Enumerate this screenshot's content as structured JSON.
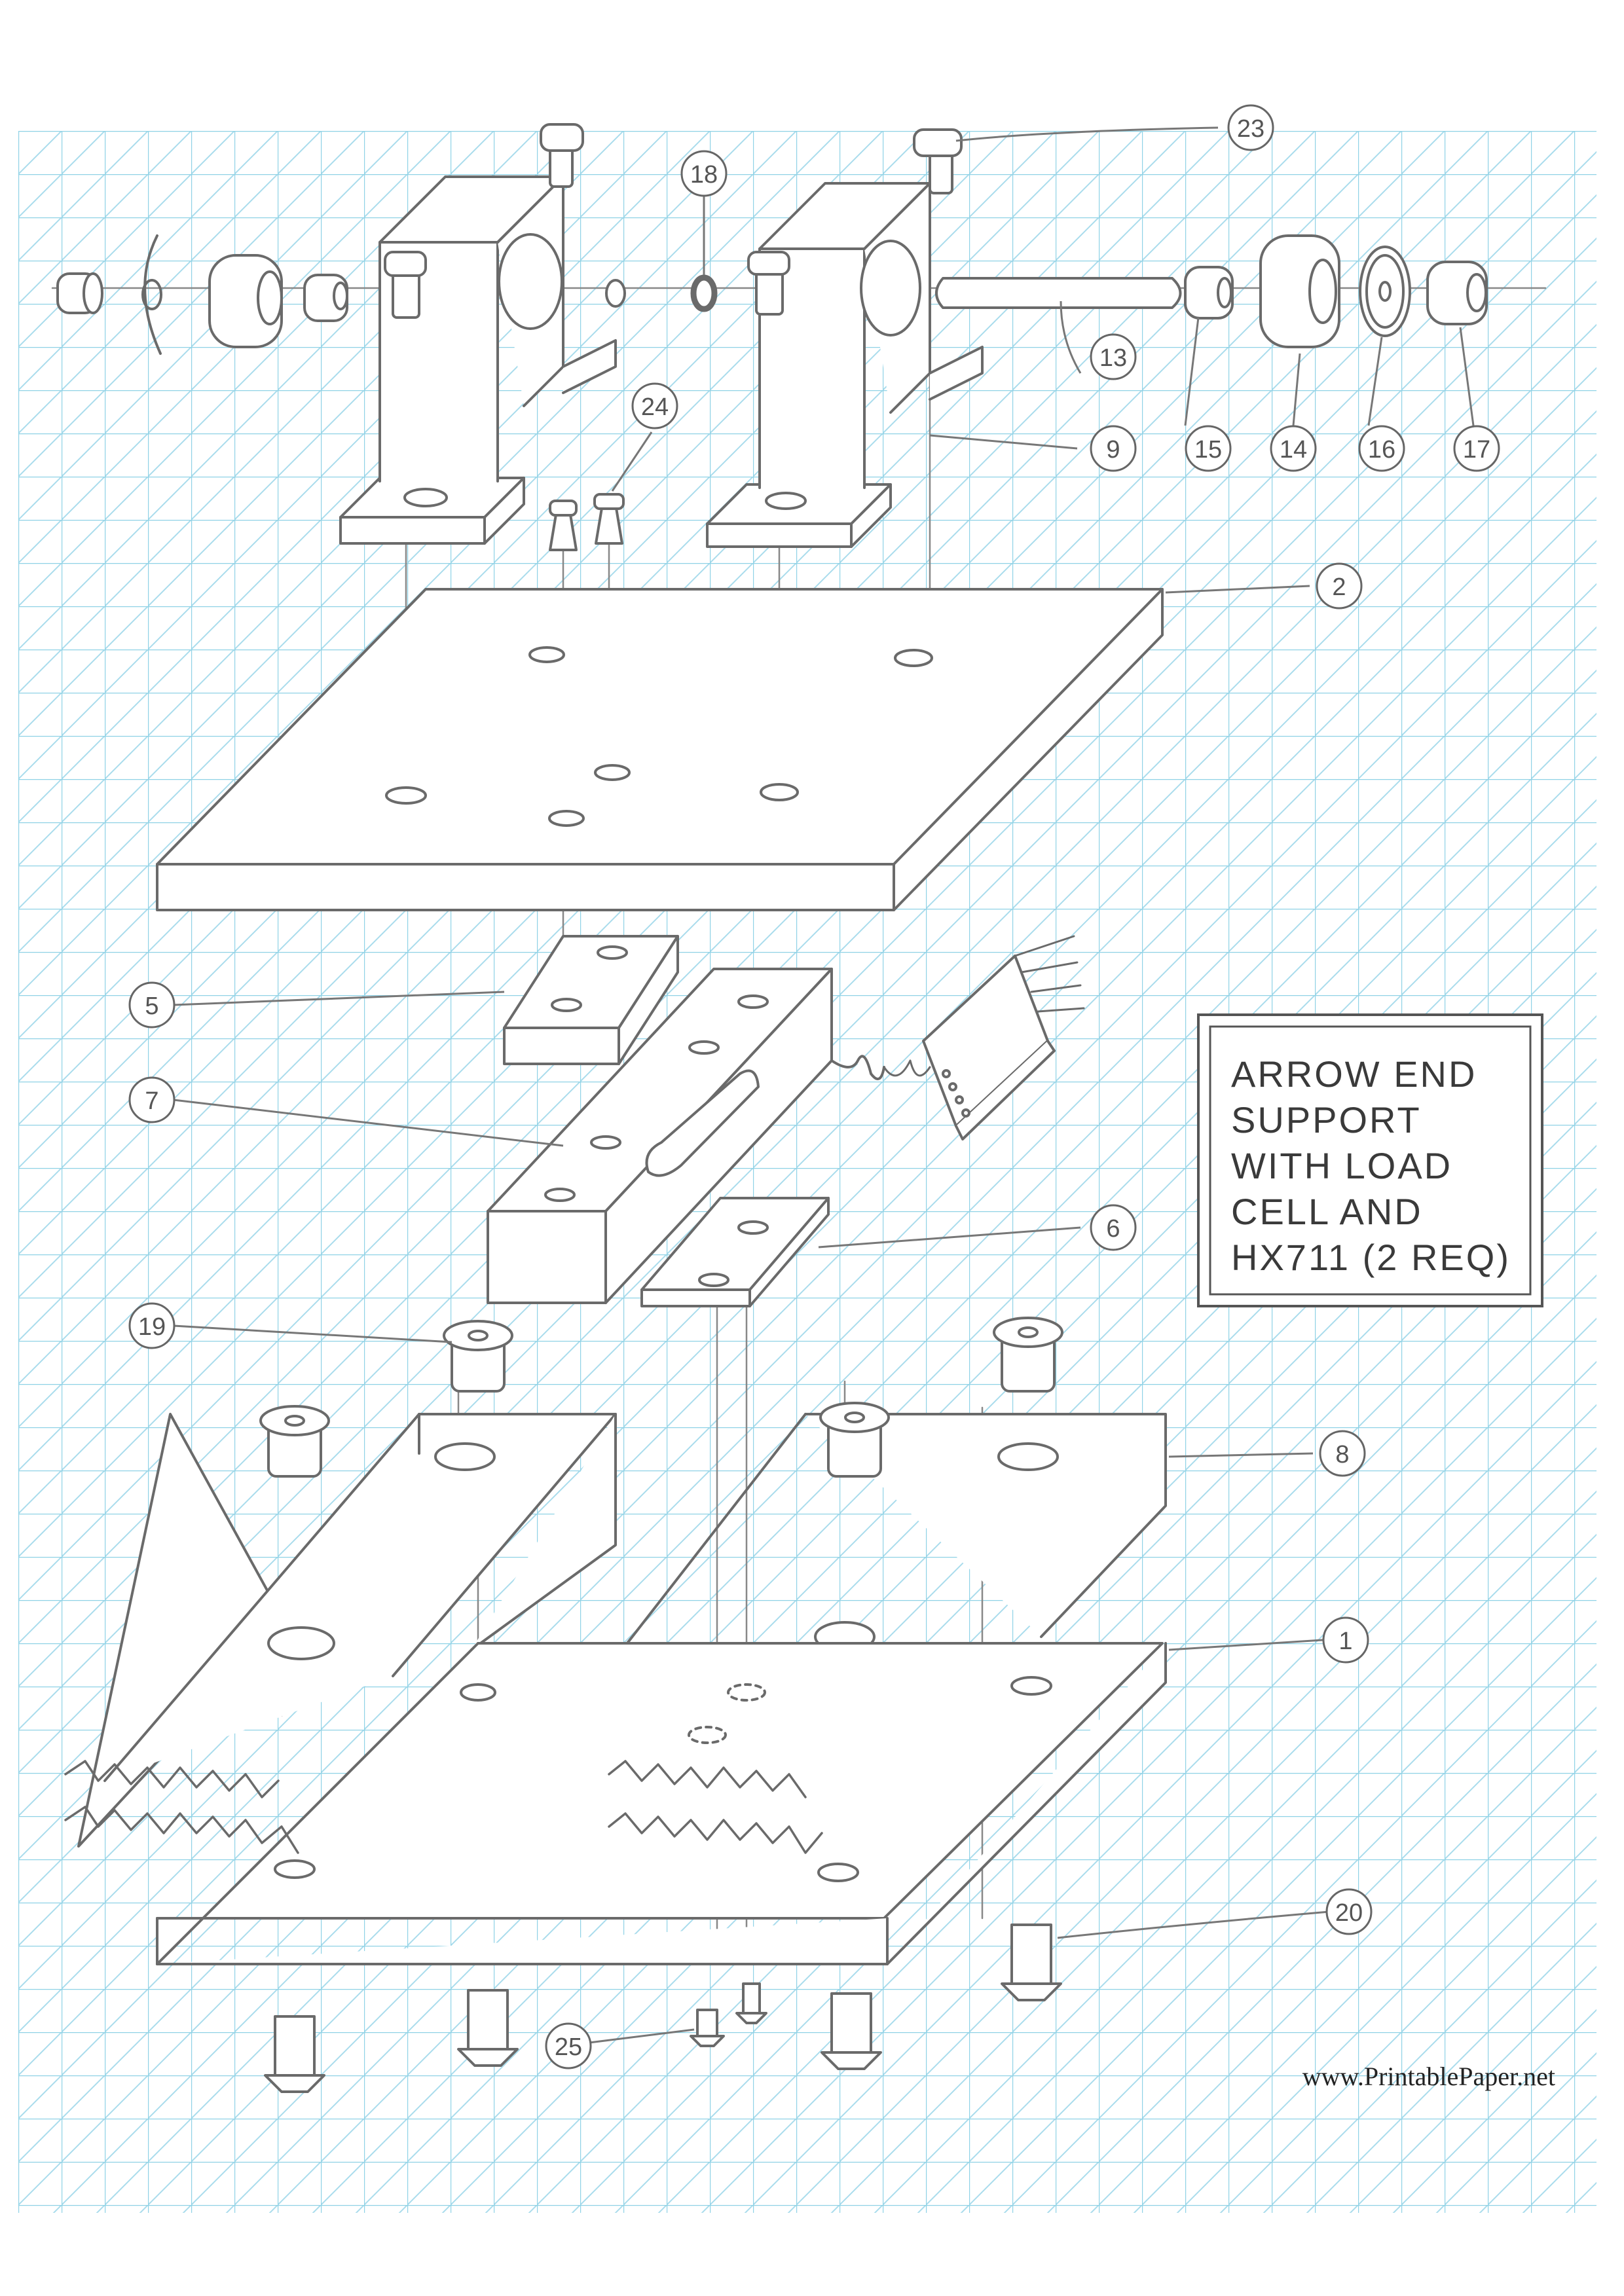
{
  "note": {
    "lines": [
      "ARROW END",
      "SUPPORT",
      "WITH LOAD",
      "CELL AND",
      "HX711 (2 REQ)"
    ]
  },
  "callouts": {
    "c1": "1",
    "c2": "2",
    "c5": "5",
    "c6": "6",
    "c7": "7",
    "c8": "8",
    "c9": "9",
    "c13": "13",
    "c14": "14",
    "c15": "15",
    "c16": "16",
    "c17": "17",
    "c18": "18",
    "c19": "19",
    "c20": "20",
    "c23": "23",
    "c24": "24",
    "c25": "25"
  },
  "footer": {
    "website": "www.PrintablePaper.net"
  },
  "colors": {
    "grid": "#8fd2e6",
    "pencil": "#6a6a6a",
    "paper": "#ffffff"
  }
}
